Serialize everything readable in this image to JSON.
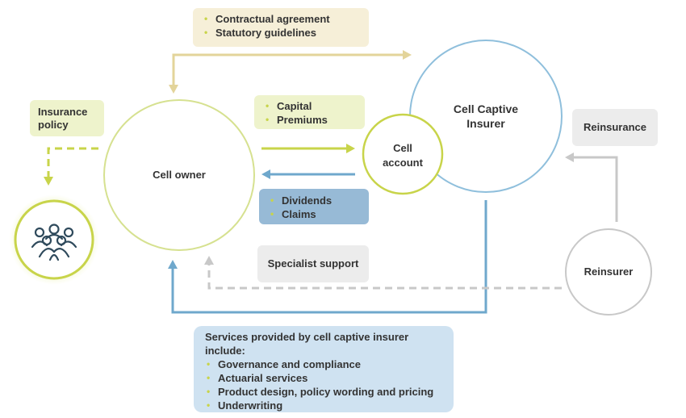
{
  "nodes": {
    "cell_owner": "Cell owner",
    "cell_account_line1": "Cell",
    "cell_account_line2": "account",
    "insurer_line1": "Cell Captive",
    "insurer_line2": "Insurer",
    "reinsurer": "Reinsurer",
    "people_icon": "people-group-icon"
  },
  "boxes": {
    "agreement": [
      "Contractual agreement",
      "Statutory guidelines"
    ],
    "insurance_policy_line1": "Insurance",
    "insurance_policy_line2": "policy",
    "capital": [
      "Capital",
      "Premiums"
    ],
    "dividends": [
      "Dividends",
      "Claims"
    ],
    "reinsurance": "Reinsurance",
    "specialist_support": "Specialist support",
    "services_title_line1": "Services provided by cell captive insurer",
    "services_title_line2": "include:",
    "services": [
      "Governance and compliance",
      "Actuarial services",
      "Product design, policy wording and pricing",
      "Underwriting"
    ]
  },
  "colors": {
    "green": "#c8d44a",
    "tan": "#e3d49a",
    "blue": "#6fa8cc",
    "grey": "#c8c8c8",
    "green_box": "#eef3cc",
    "tan_box": "#f6efd8",
    "blue_box": "#97bad6",
    "light_blue_box": "#cfe2f1",
    "grey_box": "#ececec"
  }
}
